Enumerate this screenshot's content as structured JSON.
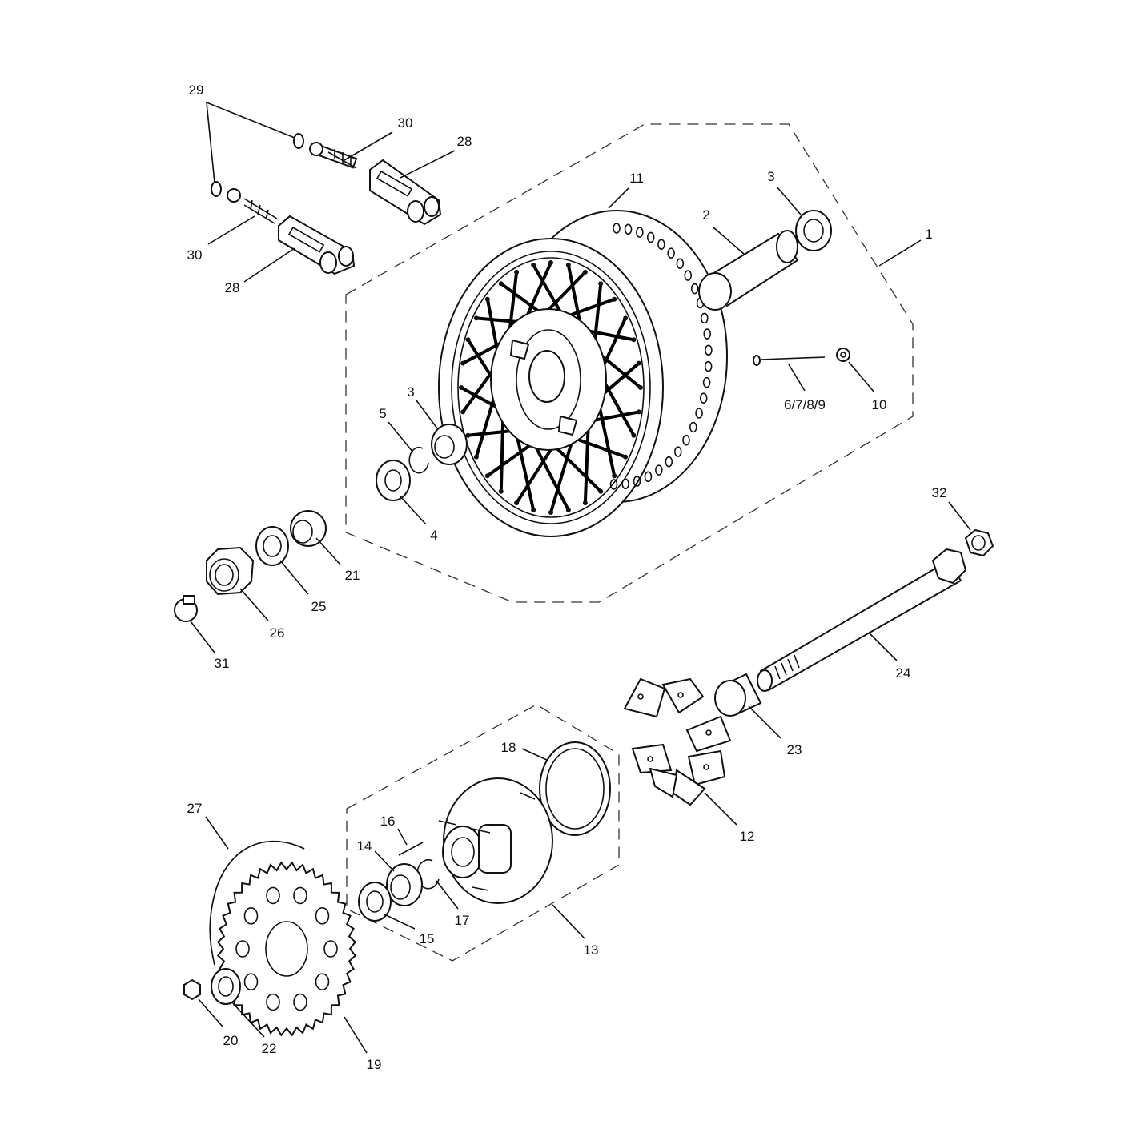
{
  "callouts": {
    "c1": "1",
    "c2": "2",
    "c3a": "3",
    "c3b": "3",
    "c4": "4",
    "c5": "5",
    "c6789": "6/7/8/9",
    "c10": "10",
    "c11": "11",
    "c12": "12",
    "c13": "13",
    "c14": "14",
    "c15": "15",
    "c16": "16",
    "c17": "17",
    "c18": "18",
    "c19": "19",
    "c20": "20",
    "c21": "21",
    "c22": "22",
    "c23": "23",
    "c24": "24",
    "c25": "25",
    "c26": "26",
    "c27": "27",
    "c28a": "28",
    "c28b": "28",
    "c29": "29",
    "c30a": "30",
    "c30b": "30",
    "c31": "31",
    "c32": "32"
  },
  "colors": {
    "ink": "#111111",
    "paper": "#ffffff",
    "spoke": "#000000"
  }
}
